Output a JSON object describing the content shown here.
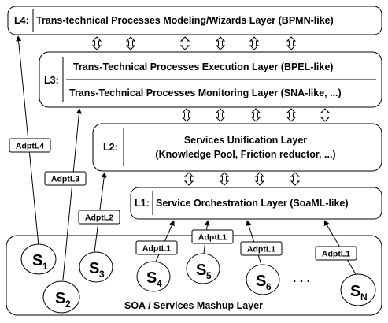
{
  "layers": {
    "l4": {
      "tag": "L4:",
      "title": "Trans-technical Processes Modeling/Wizards Layer (BPMN-like)"
    },
    "l3": {
      "tag": "L3:",
      "line1": "Trans-Technical Processes Execution Layer (BPEL-like)",
      "line2": "Trans-Technical Processes Monitoring Layer (SNA-like, ...)"
    },
    "l2": {
      "tag": "L2:",
      "line1": "Services Unification Layer",
      "line2": "(Knowledge Pool, Friction reductor, ...)"
    },
    "l1": {
      "tag": "L1:",
      "title": "Service Orchestration Layer (SoaML-like)"
    },
    "base": {
      "title": "SOA / Services Mashup Layer"
    }
  },
  "adapters": {
    "a4": "AdptL4",
    "a3": "AdptL3",
    "a2": "AdptL2",
    "a1a": "AdptL1",
    "a1b": "AdptL1",
    "a1c": "AdptL1",
    "a1d": "AdptL1"
  },
  "services": {
    "s1": {
      "letter": "S",
      "sub": "1"
    },
    "s2": {
      "letter": "S",
      "sub": "2"
    },
    "s3": {
      "letter": "S",
      "sub": "3"
    },
    "s4": {
      "letter": "S",
      "sub": "4"
    },
    "s5": {
      "letter": "S",
      "sub": "5"
    },
    "s6": {
      "letter": "S",
      "sub": "6"
    },
    "ellipsis": ". . .",
    "sn": {
      "letter": "S",
      "sub": "N"
    }
  }
}
